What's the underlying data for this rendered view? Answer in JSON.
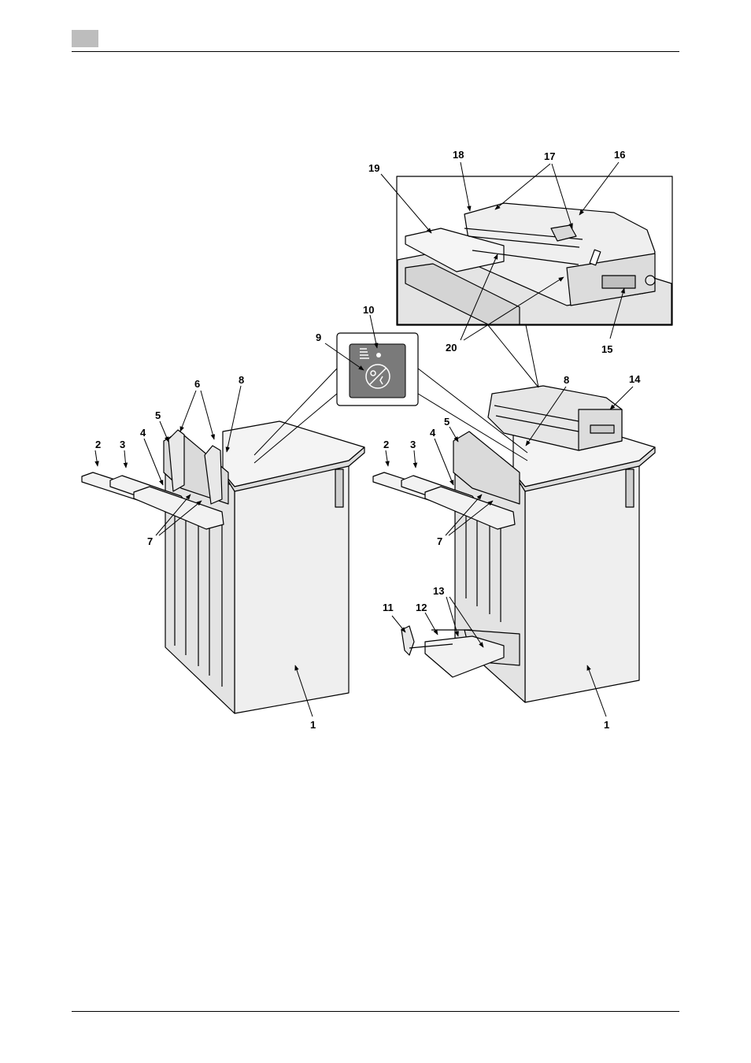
{
  "callouts": {
    "n1": "1",
    "n2": "2",
    "n3": "3",
    "n4": "4",
    "n5": "5",
    "n6": "6",
    "n7": "7",
    "n8": "8",
    "n9": "9",
    "n10": "10",
    "n11": "11",
    "n12": "12",
    "n13": "13",
    "n14": "14",
    "n15": "15",
    "n16": "16",
    "n17": "17",
    "n18": "18",
    "n19": "19",
    "n20": "20"
  },
  "colors": {
    "header_block": "#bdbdbd",
    "panel_bg": "#7a7a7a",
    "machine_fill": "#efefef",
    "line": "#000000"
  },
  "icons": [
    "header-tab-marker",
    "paper-icon",
    "indicator-led-icon",
    "stop-restart-button-icon"
  ]
}
